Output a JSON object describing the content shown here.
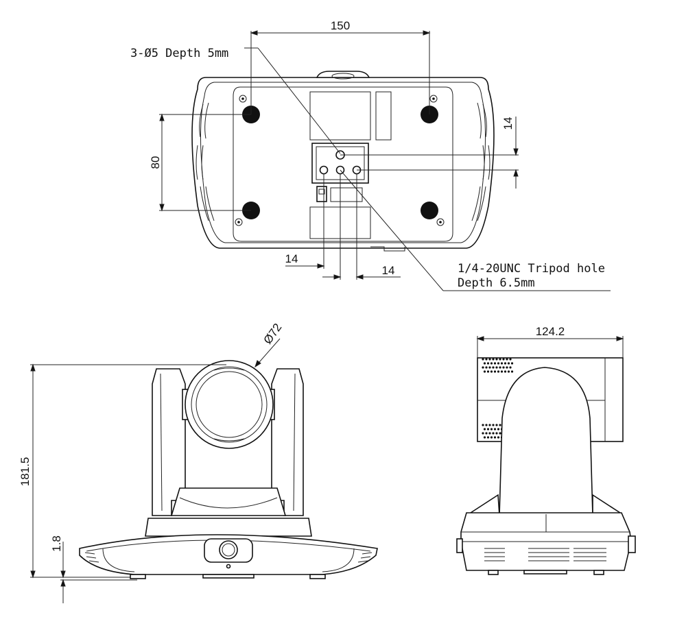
{
  "top_view": {
    "dim_width": "150",
    "dim_height": "80",
    "dim_right": "14",
    "dim_bottom_left": "14",
    "dim_bottom_right": "14",
    "callout_holes": "3-Ø5 Depth 5mm",
    "callout_tripod_line1": "1/4-20UNC Tripod hole",
    "callout_tripod_line2": "Depth 6.5mm"
  },
  "front_view": {
    "dim_lens_diameter": "Ø72",
    "dim_height": "181.5",
    "dim_base_offset": "1.8"
  },
  "side_view": {
    "dim_depth": "124.2"
  }
}
